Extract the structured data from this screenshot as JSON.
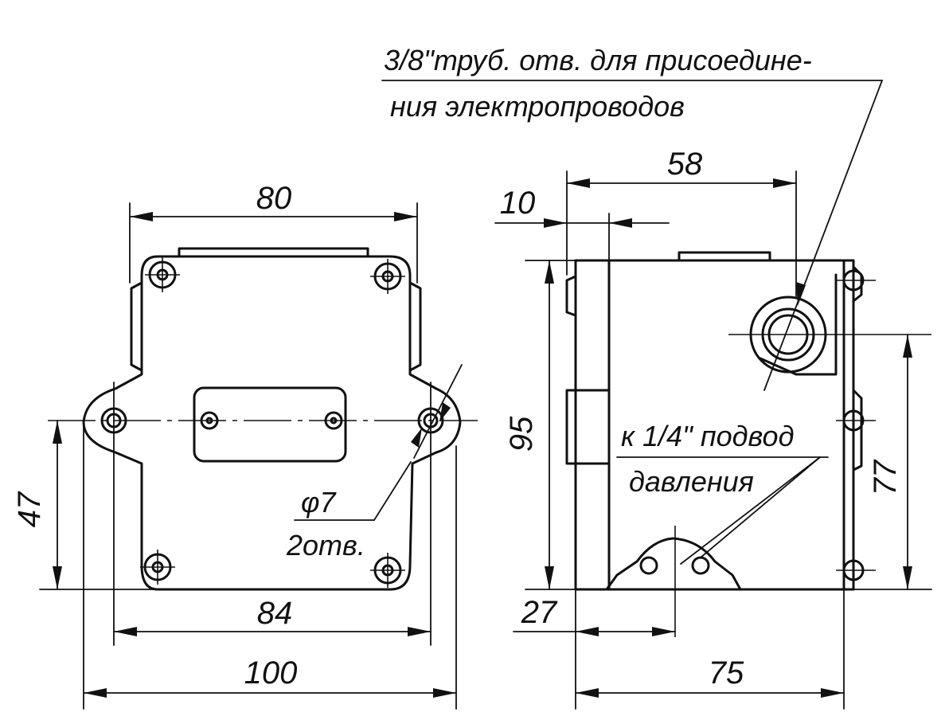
{
  "dimensions": {
    "front_width_top": "80",
    "front_hole_spacing": "84",
    "front_overall_width": "100",
    "front_hole_height": "47",
    "side_top_offset": "10",
    "side_top_width": "58",
    "side_height": "95",
    "side_hole_height": "77",
    "side_bottom_offset": "27",
    "side_bottom_width": "75"
  },
  "notes": {
    "hole_diameter": "φ7",
    "hole_count": "2отв.",
    "conduit_line1": "3/8\"труб.  отв. для присоедине-",
    "conduit_line2": "ния  электропроводов",
    "pressure_line1": "к 1/4\" подвод",
    "pressure_line2": "давления"
  }
}
